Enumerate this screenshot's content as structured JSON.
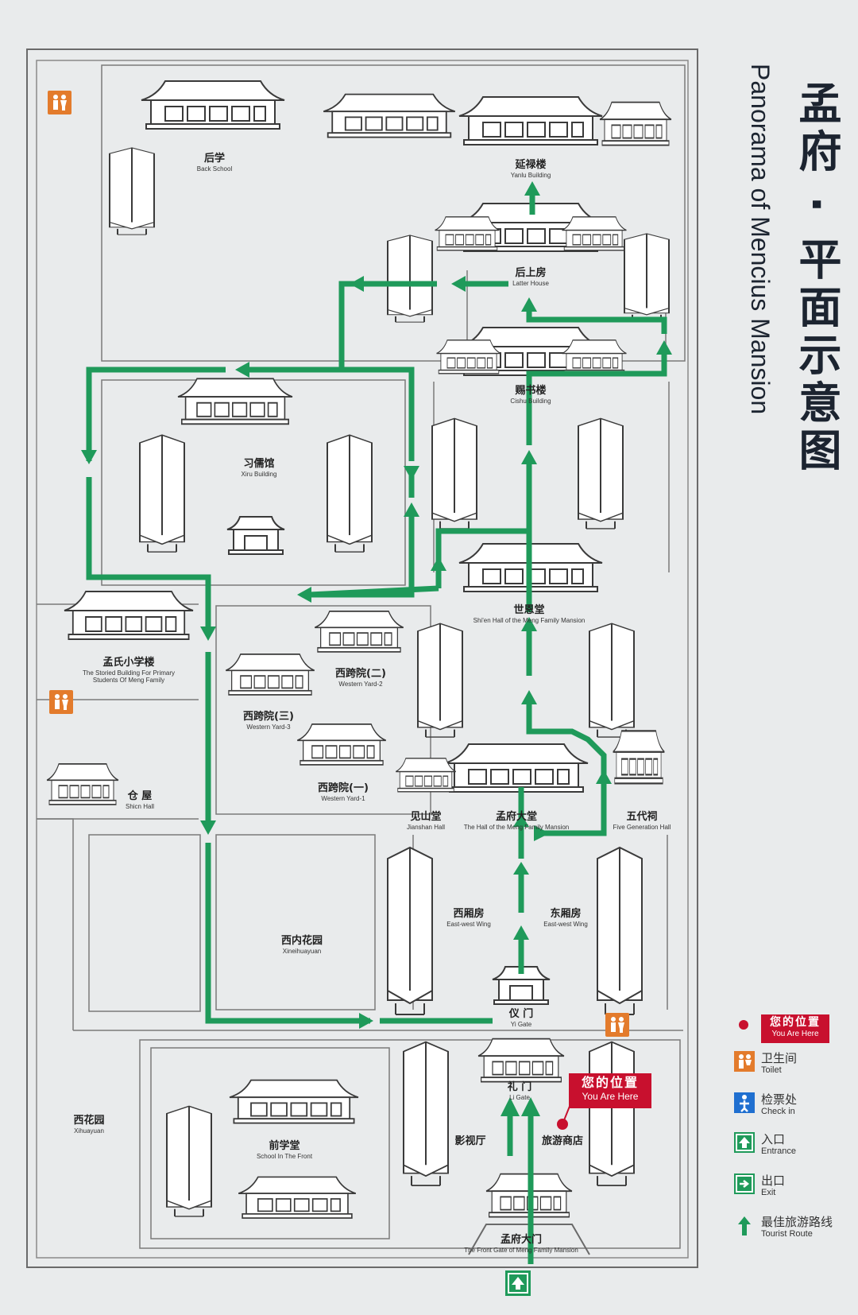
{
  "title": {
    "zh": "孟府 · 平面示意图",
    "en": "Panorama of Mencius Mansion"
  },
  "colors": {
    "route": "#1f9a5a",
    "line": "#555555",
    "you_are_here": "#c8102e",
    "toilet": "#e37b2c",
    "checkin": "#1f6fd0",
    "entrance": "#1f9a5a"
  },
  "buildings": {
    "back_school": {
      "zh": "后学",
      "en": "Back School"
    },
    "yanlu": {
      "zh": "延禄楼",
      "en": "Yanlu Building"
    },
    "houshang": {
      "zh": "后上房",
      "en": "Latter House"
    },
    "cishu": {
      "zh": "赐书楼",
      "en": "Cishu Building"
    },
    "xiru": {
      "zh": "习儒馆",
      "en": "Xiru Building"
    },
    "shien": {
      "zh": "世恩堂",
      "en": "Shi'en Hall of the Meng Family Mansion"
    },
    "primary_school": {
      "zh": "孟氏小学楼",
      "en1": "The Storied Building For Primary",
      "en2": "Students Of Meng Family"
    },
    "western_yard_2": {
      "zh": "西跨院(二)",
      "en": "Western Yard-2"
    },
    "western_yard_3": {
      "zh": "西跨院(三)",
      "en": "Western Yard-3"
    },
    "western_yard_1": {
      "zh": "西跨院(一)",
      "en": "Western Yard-1"
    },
    "cang_wu": {
      "zh": "仓 屋",
      "en": "Shicn Hall"
    },
    "jianshan": {
      "zh": "见山堂",
      "en": "Jianshan Hall"
    },
    "mengfu_hall": {
      "zh": "孟府大堂",
      "en": "The Hall of the Meng Family Mansion"
    },
    "five_generation": {
      "zh": "五代祠",
      "en": "Five Generation Hall"
    },
    "west_wing": {
      "zh": "西厢房",
      "en": "East-west Wing"
    },
    "east_wing": {
      "zh": "东厢房",
      "en": "East-west Wing"
    },
    "xinei_garden": {
      "zh": "西内花园",
      "en": "Xineihuayuan"
    },
    "yi_gate": {
      "zh": "仪 门",
      "en": "Yi Gate"
    },
    "li_gate": {
      "zh": "礼 门",
      "en": "Li Gate"
    },
    "xihua_garden": {
      "zh": "西花园",
      "en": "Xihuayuan"
    },
    "front_school": {
      "zh": "前学堂",
      "en": "School In The Front"
    },
    "cinema": {
      "zh": "影视厅"
    },
    "souvenir": {
      "zh": "旅游商店"
    },
    "front_gate": {
      "zh": "孟府大门",
      "en": "The Front Gate of Meng Family Mansion"
    }
  },
  "you_are_here": {
    "zh": "您的位置",
    "en": "You Are Here"
  },
  "legend": [
    {
      "icon": "you-are-here-dot-icon",
      "zh": "您的位置",
      "en": "You Are Here"
    },
    {
      "icon": "toilet-icon",
      "zh": "卫生间",
      "en": "Toilet"
    },
    {
      "icon": "checkin-icon",
      "zh": "检票处",
      "en": "Check in"
    },
    {
      "icon": "entrance-icon",
      "zh": "入口",
      "en": "Entrance"
    },
    {
      "icon": "exit-icon",
      "zh": "出口",
      "en": "Exit"
    },
    {
      "icon": "tourist-route-arrow-icon",
      "zh": "最佳旅游路线",
      "en": "Tourist Route"
    }
  ]
}
